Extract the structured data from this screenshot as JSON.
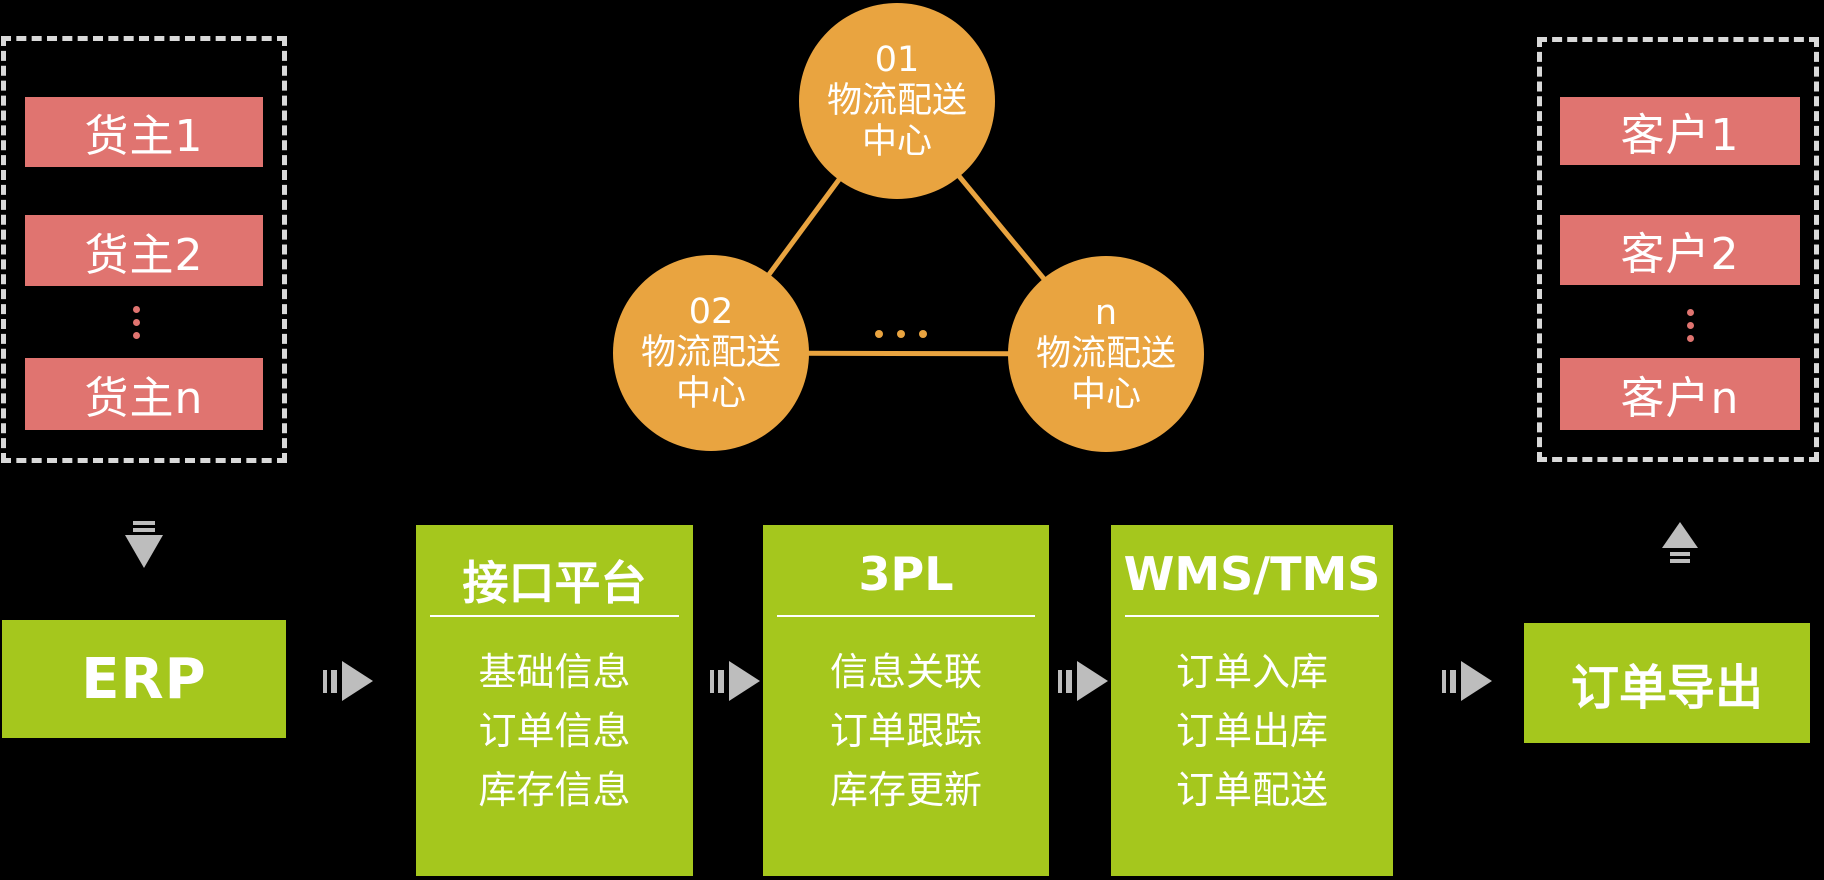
{
  "colors": {
    "background": "#000000",
    "member_red": "#E07470",
    "circle_orange": "#E9A440",
    "process_green": "#A5C71D",
    "arrow_gray": "#BDBDBD",
    "dash_border": "#D9D9D9",
    "text": "#FFFFFF"
  },
  "suppliers": {
    "items": [
      "货主1",
      "货主2",
      "货主n"
    ],
    "ellipsis": "⋮"
  },
  "customers": {
    "items": [
      "客户1",
      "客户2",
      "客户n"
    ],
    "ellipsis": "⋮"
  },
  "centers": {
    "c01": {
      "num": "01",
      "line1": "物流配送",
      "line2": "中心"
    },
    "c02": {
      "num": "02",
      "line1": "物流配送",
      "line2": "中心"
    },
    "cn": {
      "num": "n",
      "line1": "物流配送",
      "line2": "中心"
    },
    "ellipsis": "···"
  },
  "flow": {
    "erp_label": "ERP",
    "columns": [
      {
        "title": "接口平台",
        "items": [
          "基础信息",
          "订单信息",
          "库存信息"
        ]
      },
      {
        "title": "3PL",
        "items": [
          "信息关联",
          "订单跟踪",
          "库存更新"
        ]
      },
      {
        "title": "WMS/TMS",
        "items": [
          "订单入库",
          "订单出库",
          "订单配送"
        ]
      }
    ],
    "export_label": "订单导出"
  }
}
